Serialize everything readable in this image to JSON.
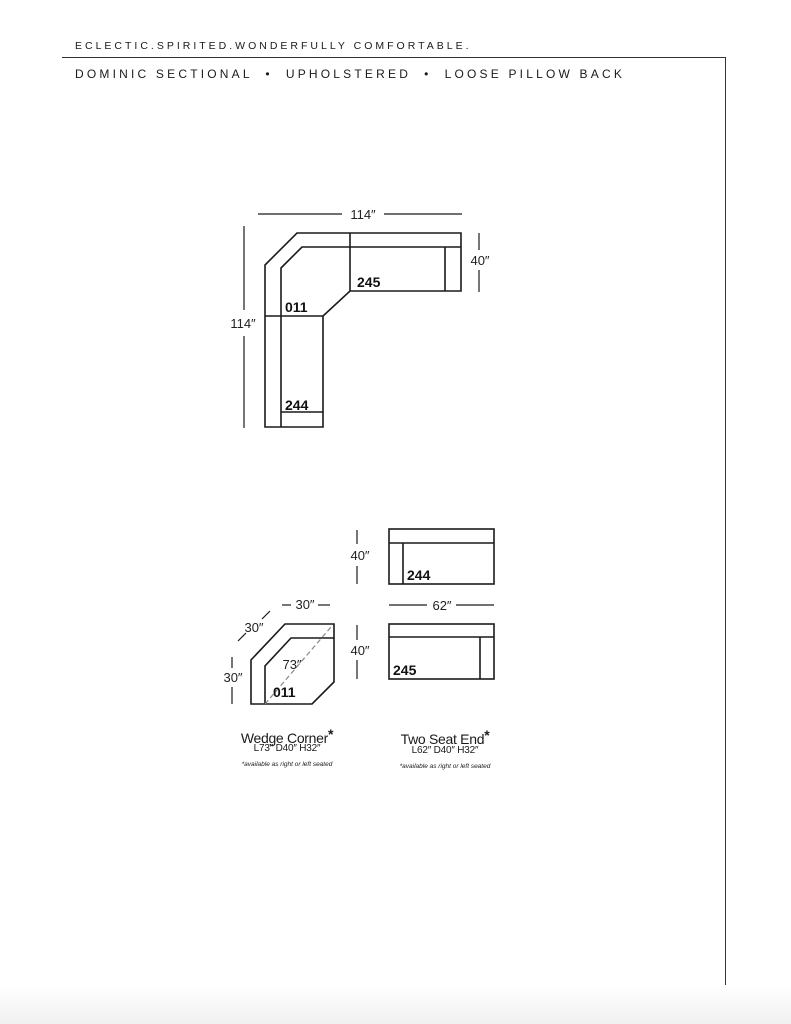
{
  "header": {
    "tagline": "ECLECTIC.SPIRITED.WONDERFULLY COMFORTABLE.",
    "subtitle": "DOMINIC SECTIONAL  •  UPHOLSTERED  •  LOOSE PILLOW BACK"
  },
  "sectional": {
    "width_label": "114″",
    "height_label": "114″",
    "depth_label": "40″",
    "pieces": [
      "245",
      "011",
      "244"
    ]
  },
  "pieces": {
    "two_seat_left": {
      "number": "244",
      "depth_label": "40″"
    },
    "two_seat_right": {
      "number": "245",
      "depth_label": "40″",
      "length_label": "62″"
    },
    "wedge": {
      "number": "011",
      "side_top_label": "30″",
      "side_left_upper_label": "30″",
      "side_left_lower_label": "30″",
      "diagonal_label": "73″"
    }
  },
  "captions": {
    "wedge": {
      "name": "Wedge Corner",
      "asterisk": "*",
      "dims": "L73″ D40″ H32″",
      "note": "*available as right or left seated"
    },
    "two_seat": {
      "name": "Two Seat End",
      "asterisk": "*",
      "dims": "L62″ D40″ H32″",
      "note": "*available as right or left seated"
    }
  }
}
